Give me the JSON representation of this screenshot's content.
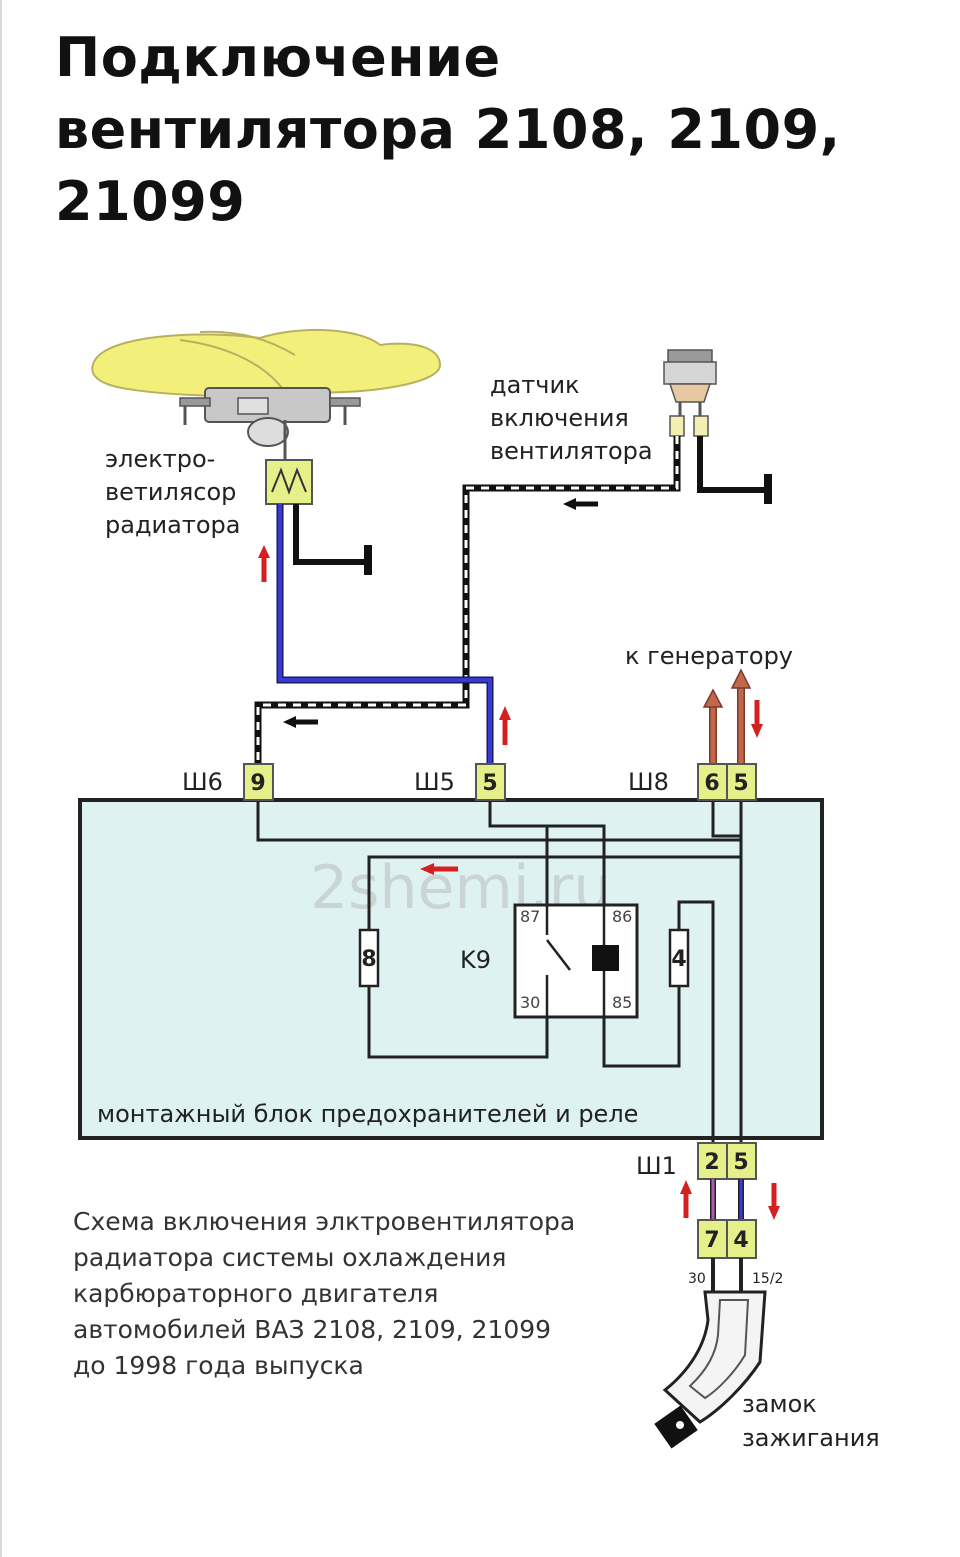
{
  "title": "Подключение вентилятора 2108, 2109, 21099",
  "fan": {
    "label_line1": "электро-",
    "label_line2": "ветилясор",
    "label_line3": "радиатора"
  },
  "sensor": {
    "label_line1": "датчик",
    "label_line2": "включения",
    "label_line3": "вентилятора"
  },
  "generator_label": "к генератору",
  "connectors": {
    "sh6": {
      "name": "Ш6",
      "pin": "9"
    },
    "sh5": {
      "name": "Ш5",
      "pin": "5"
    },
    "sh8": {
      "name": "Ш8",
      "pins": [
        "6",
        "5"
      ]
    },
    "sh1": {
      "name": "Ш1",
      "pins": [
        "2",
        "5"
      ]
    },
    "ign_pins": [
      "7",
      "4"
    ]
  },
  "block": {
    "label": "монтажный блок предохранителей и реле",
    "watermark": "2shemi.ru",
    "relay": {
      "name": "K9",
      "pins": [
        "87",
        "86",
        "30",
        "85"
      ]
    },
    "fuses": [
      "8",
      "4"
    ]
  },
  "ignition": {
    "term_left": "30",
    "term_right": "15/2",
    "label_line1": "замок",
    "label_line2": "зажигания"
  },
  "caption": {
    "line1": "Схема включения элктровентилятора",
    "line2": "радиатора системы охлаждения",
    "line3": "карбюраторного двигателя",
    "line4": "автомобилей ВАЗ 2108, 2109, 21099",
    "line5": "до 1998 года выпуска"
  },
  "colors": {
    "block_fill": "#dff2f2",
    "connector_fill": "#e6f08a",
    "wire_blue": "#3a3ad4",
    "wire_purple": "#b05ab0",
    "arrow_red": "#d42020",
    "arrow_copper": "#c0684a",
    "fan_yellow": "#f2ef7a"
  }
}
